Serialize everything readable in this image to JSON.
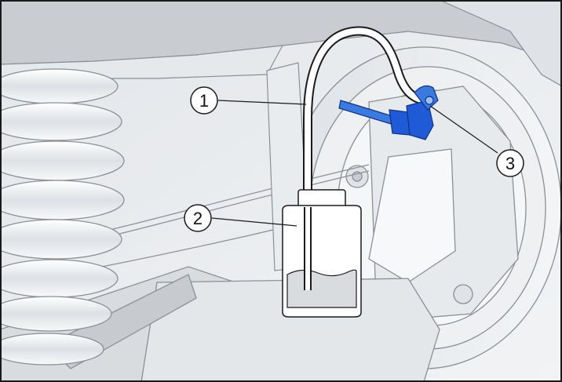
{
  "figure": {
    "callouts": [
      {
        "number": "1",
        "part": "bleeder-hose"
      },
      {
        "number": "2",
        "part": "collection-bottle"
      },
      {
        "number": "3",
        "part": "bleeder-screw-cap"
      }
    ],
    "colors": {
      "background": "#eceff2",
      "linework": "#8a9096",
      "outline": "#1a1a1a",
      "highlight_blue": "#1f5bd6",
      "highlight_blue_dark": "#0f2f8a",
      "fluid": "#d9dcdf"
    }
  }
}
